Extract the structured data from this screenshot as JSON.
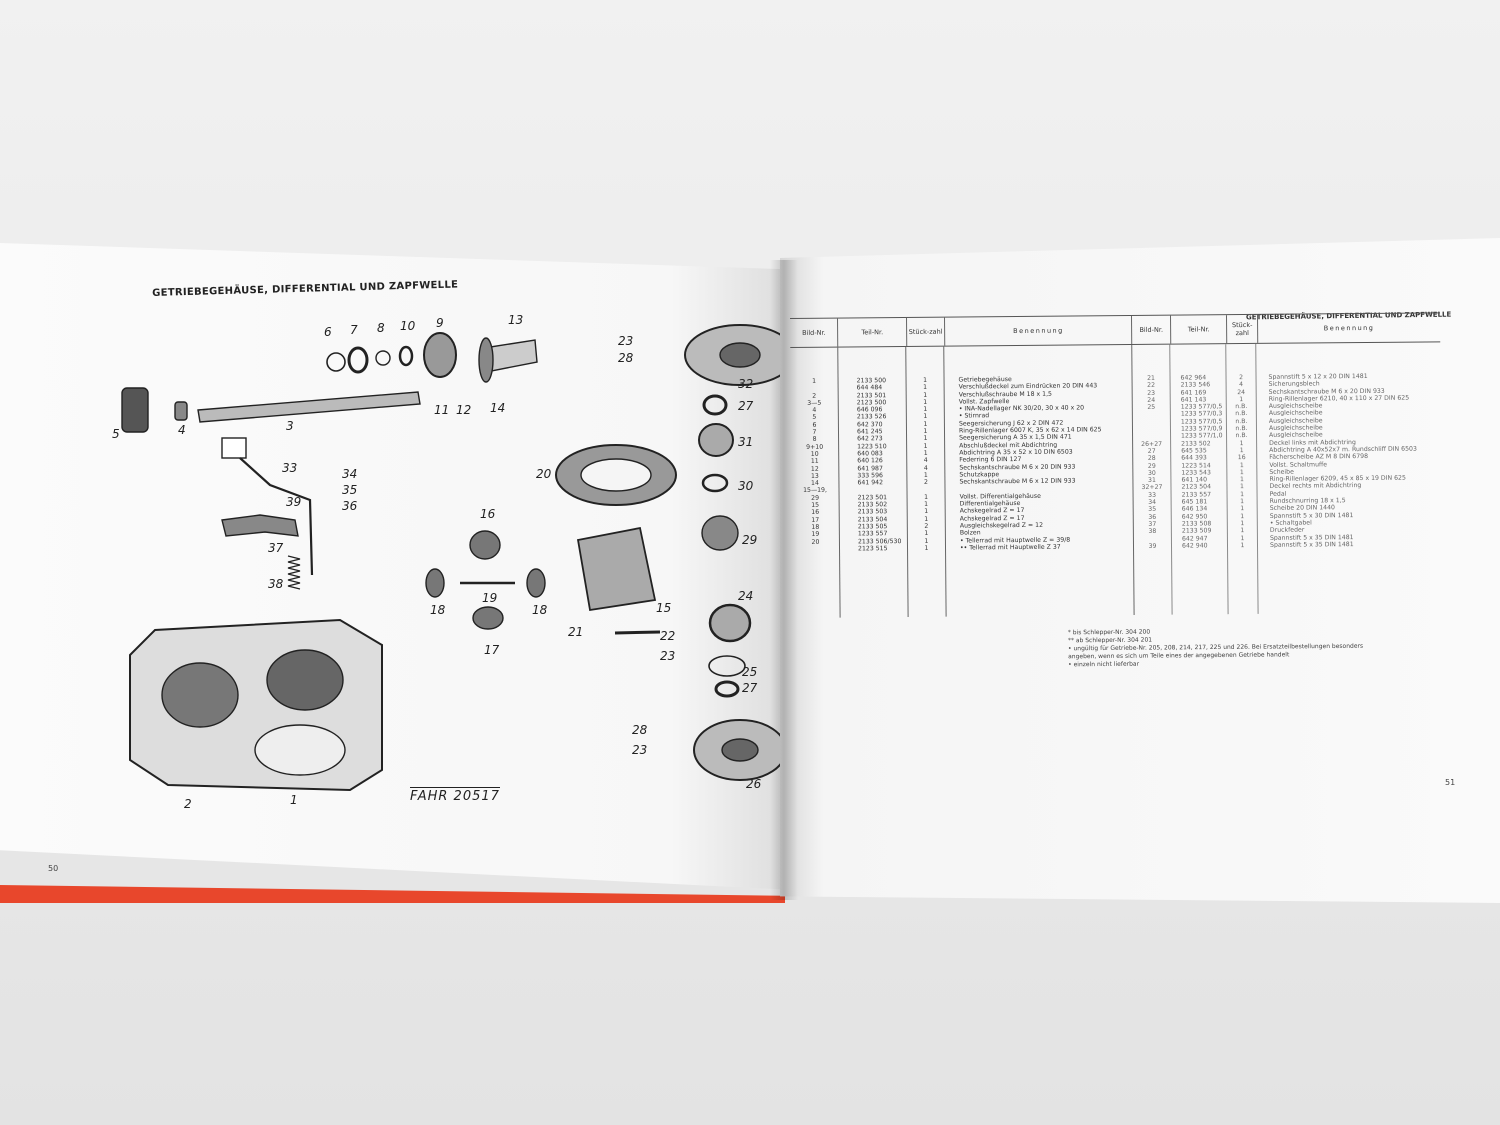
{
  "left_page": {
    "title": "GETRIEBEGEHÄUSE, DIFFERENTIAL UND ZAPFWELLE",
    "page_number": "50",
    "drawing_code": "FAHR 20517",
    "callouts": [
      "6",
      "7",
      "8",
      "10",
      "9",
      "13",
      "23",
      "28",
      "32",
      "5",
      "4",
      "3",
      "11",
      "12",
      "14",
      "27",
      "31",
      "33",
      "34",
      "35",
      "36",
      "39",
      "37",
      "38",
      "20",
      "30",
      "16",
      "29",
      "18",
      "19",
      "18",
      "17",
      "15",
      "21",
      "22",
      "23",
      "24",
      "25",
      "27",
      "28",
      "23",
      "26",
      "2",
      "1"
    ]
  },
  "right_page": {
    "title": "GETRIEBEGEHÄUSE, DIFFERENTIAL UND ZAPFWELLE",
    "page_number": "51",
    "headers": {
      "bild": "Bild-Nr.",
      "teil": "Teil-Nr.",
      "stueck": "Stück-zahl",
      "benennung": "Benennung",
      "bild2": "Bild-Nr.",
      "teil2": "Teil-Nr.",
      "stueck2": "Stück-zahl",
      "benennung2": "Benennung"
    },
    "rows_left": [
      {
        "bild": "1",
        "teil": "2133 500",
        "st": "1",
        "ben": "Getriebegehäuse"
      },
      {
        "bild": "",
        "teil": "644 484",
        "st": "1",
        "ben": "Verschlußdeckel zum Eindrücken 20 DIN 443"
      },
      {
        "bild": "2",
        "teil": "2133 501",
        "st": "1",
        "ben": "Verschlußschraube M 18 x 1,5"
      },
      {
        "bild": "3—5",
        "teil": "2123 500",
        "st": "1",
        "ben": "Vollst. Zapfwelle"
      },
      {
        "bild": "4",
        "teil": "646 096",
        "st": "1",
        "ben": "• INA-Nadellager NK 30/20, 30 x 40 x 20"
      },
      {
        "bild": "5",
        "teil": "2133 526",
        "st": "1",
        "ben": "• Stirnrad"
      },
      {
        "bild": "6",
        "teil": "642 370",
        "st": "1",
        "ben": "Seegersicherung J 62 x 2 DIN 472"
      },
      {
        "bild": "7",
        "teil": "641 245",
        "st": "1",
        "ben": "Ring-Rillenlager 6007 K, 35 x 62 x 14 DIN 625"
      },
      {
        "bild": "8",
        "teil": "642 273",
        "st": "1",
        "ben": "Seegersicherung A 35 x 1,5 DIN 471"
      },
      {
        "bild": "9+10",
        "teil": "1223 510",
        "st": "1",
        "ben": "Abschlußdeckel mit Abdichtring"
      },
      {
        "bild": "10",
        "teil": "640 083",
        "st": "1",
        "ben": "Abdichtring A 35 x 52 x 10 DIN 6503"
      },
      {
        "bild": "11",
        "teil": "640 126",
        "st": "4",
        "ben": "Federring 6 DIN 127"
      },
      {
        "bild": "12",
        "teil": "641 987",
        "st": "4",
        "ben": "Sechskantschraube M 6 x 20 DIN 933"
      },
      {
        "bild": "13",
        "teil": "333 596",
        "st": "1",
        "ben": "Schutzkappe"
      },
      {
        "bild": "14",
        "teil": "641 942",
        "st": "2",
        "ben": "Sechskantschraube M 6 x 12 DIN 933"
      },
      {
        "bild": "15—19,",
        "teil": "",
        "st": "",
        "ben": ""
      },
      {
        "bild": "29",
        "teil": "2123 501",
        "st": "1",
        "ben": "Vollst. Differentialgehäuse"
      },
      {
        "bild": "15",
        "teil": "2133 502",
        "st": "1",
        "ben": "Differentialgehäuse"
      },
      {
        "bild": "16",
        "teil": "2133 503",
        "st": "1",
        "ben": "Achskegelrad Z = 17"
      },
      {
        "bild": "17",
        "teil": "2133 504",
        "st": "1",
        "ben": "Achskegelrad Z = 17"
      },
      {
        "bild": "18",
        "teil": "2133 505",
        "st": "2",
        "ben": "Ausgleichskegelrad Z = 12"
      },
      {
        "bild": "19",
        "teil": "1233 557",
        "st": "1",
        "ben": "Bolzen"
      },
      {
        "bild": "20",
        "teil": "2133 506/530",
        "st": "1",
        "ben": "• Tellerrad mit Hauptwelle Z = 39/8"
      },
      {
        "bild": "",
        "teil": "2123 515",
        "st": "1",
        "ben": "•• Tellerrad mit Hauptwelle Z 37"
      }
    ],
    "rows_right": [
      {
        "bild": "21",
        "teil": "642 964",
        "st": "2",
        "ben": "Spannstift 5 x 12 x 20 DIN 1481"
      },
      {
        "bild": "22",
        "teil": "2133 546",
        "st": "4",
        "ben": "Sicherungsblech"
      },
      {
        "bild": "23",
        "teil": "641 169",
        "st": "24",
        "ben": "Sechskantschraube M 6 x 20 DIN 933"
      },
      {
        "bild": "24",
        "teil": "641 143",
        "st": "1",
        "ben": "Ring-Rillenlager 6210, 40 x 110 x 27 DIN 625"
      },
      {
        "bild": "25",
        "teil": "1233 577/0,5",
        "st": "n.B.",
        "ben": "Ausgleichscheibe"
      },
      {
        "bild": "",
        "teil": "1233 577/0,3",
        "st": "n.B.",
        "ben": "Ausgleichscheibe"
      },
      {
        "bild": "",
        "teil": "1233 577/0,5",
        "st": "n.B.",
        "ben": "Ausgleichscheibe"
      },
      {
        "bild": "",
        "teil": "1233 577/0,9",
        "st": "n.B.",
        "ben": "Ausgleichscheibe"
      },
      {
        "bild": "",
        "teil": "1233 577/1,0",
        "st": "n.B.",
        "ben": "Ausgleichscheibe"
      },
      {
        "bild": "26+27",
        "teil": "2133 502",
        "st": "1",
        "ben": "Deckel links mit Abdichtring"
      },
      {
        "bild": "27",
        "teil": "645 535",
        "st": "1",
        "ben": "Abdichtring A 40x52x7 m. Rundschliff DIN 6503"
      },
      {
        "bild": "28",
        "teil": "644 393",
        "st": "16",
        "ben": "Fächerscheibe AZ M 8 DIN 6798"
      },
      {
        "bild": "29",
        "teil": "1223 514",
        "st": "1",
        "ben": "Vollst. Schaltmuffe"
      },
      {
        "bild": "30",
        "teil": "1233 543",
        "st": "1",
        "ben": "Scheibe"
      },
      {
        "bild": "31",
        "teil": "641 140",
        "st": "1",
        "ben": "Ring-Rillenlager 6209, 45 x 85 x 19 DIN 625"
      },
      {
        "bild": "32+27",
        "teil": "2123 504",
        "st": "1",
        "ben": "Deckel rechts mit Abdichtring"
      },
      {
        "bild": "33",
        "teil": "2133 557",
        "st": "1",
        "ben": "Pedal"
      },
      {
        "bild": "34",
        "teil": "645 181",
        "st": "1",
        "ben": "Rundschnurring 18 x 1,5"
      },
      {
        "bild": "35",
        "teil": "646 134",
        "st": "1",
        "ben": "Scheibe 20 DIN 1440"
      },
      {
        "bild": "36",
        "teil": "642 950",
        "st": "1",
        "ben": "Spannstift 5 x 30 DIN 1481"
      },
      {
        "bild": "37",
        "teil": "2133 508",
        "st": "1",
        "ben": "• Schaltgabel"
      },
      {
        "bild": "38",
        "teil": "2133 509",
        "st": "1",
        "ben": "Druckfeder"
      },
      {
        "bild": "",
        "teil": "642 947",
        "st": "1",
        "ben": "Spannstift 5 x 35 DIN 1481"
      },
      {
        "bild": "39",
        "teil": "642 940",
        "st": "1",
        "ben": "Spannstift 5 x 35 DIN 1481"
      }
    ],
    "footnotes": [
      "* bis Schlepper-Nr. 304 200",
      "** ab Schlepper-Nr. 304 201",
      "• ungültig für Getriebe-Nr. 205, 208, 214, 217, 225 und 226. Bei Ersatzteilbestellungen besonders",
      "  angeben, wenn es sich um Teile eines der angegebenen Getriebe handelt",
      "• einzeln nicht lieferbar"
    ]
  }
}
